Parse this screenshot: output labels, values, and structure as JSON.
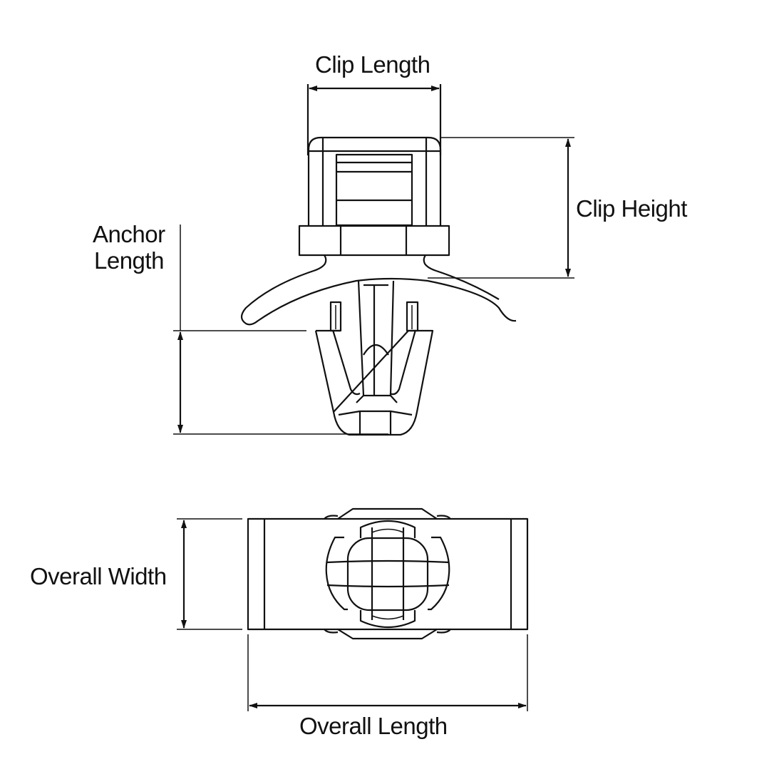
{
  "labels": {
    "clip_length": "Clip Length",
    "clip_height": "Clip Height",
    "anchor_length_line1": "Anchor",
    "anchor_length_line2": "Length",
    "overall_width": "Overall Width",
    "overall_length": "Overall Length"
  },
  "colors": {
    "line": "#111111",
    "background": "#ffffff"
  }
}
